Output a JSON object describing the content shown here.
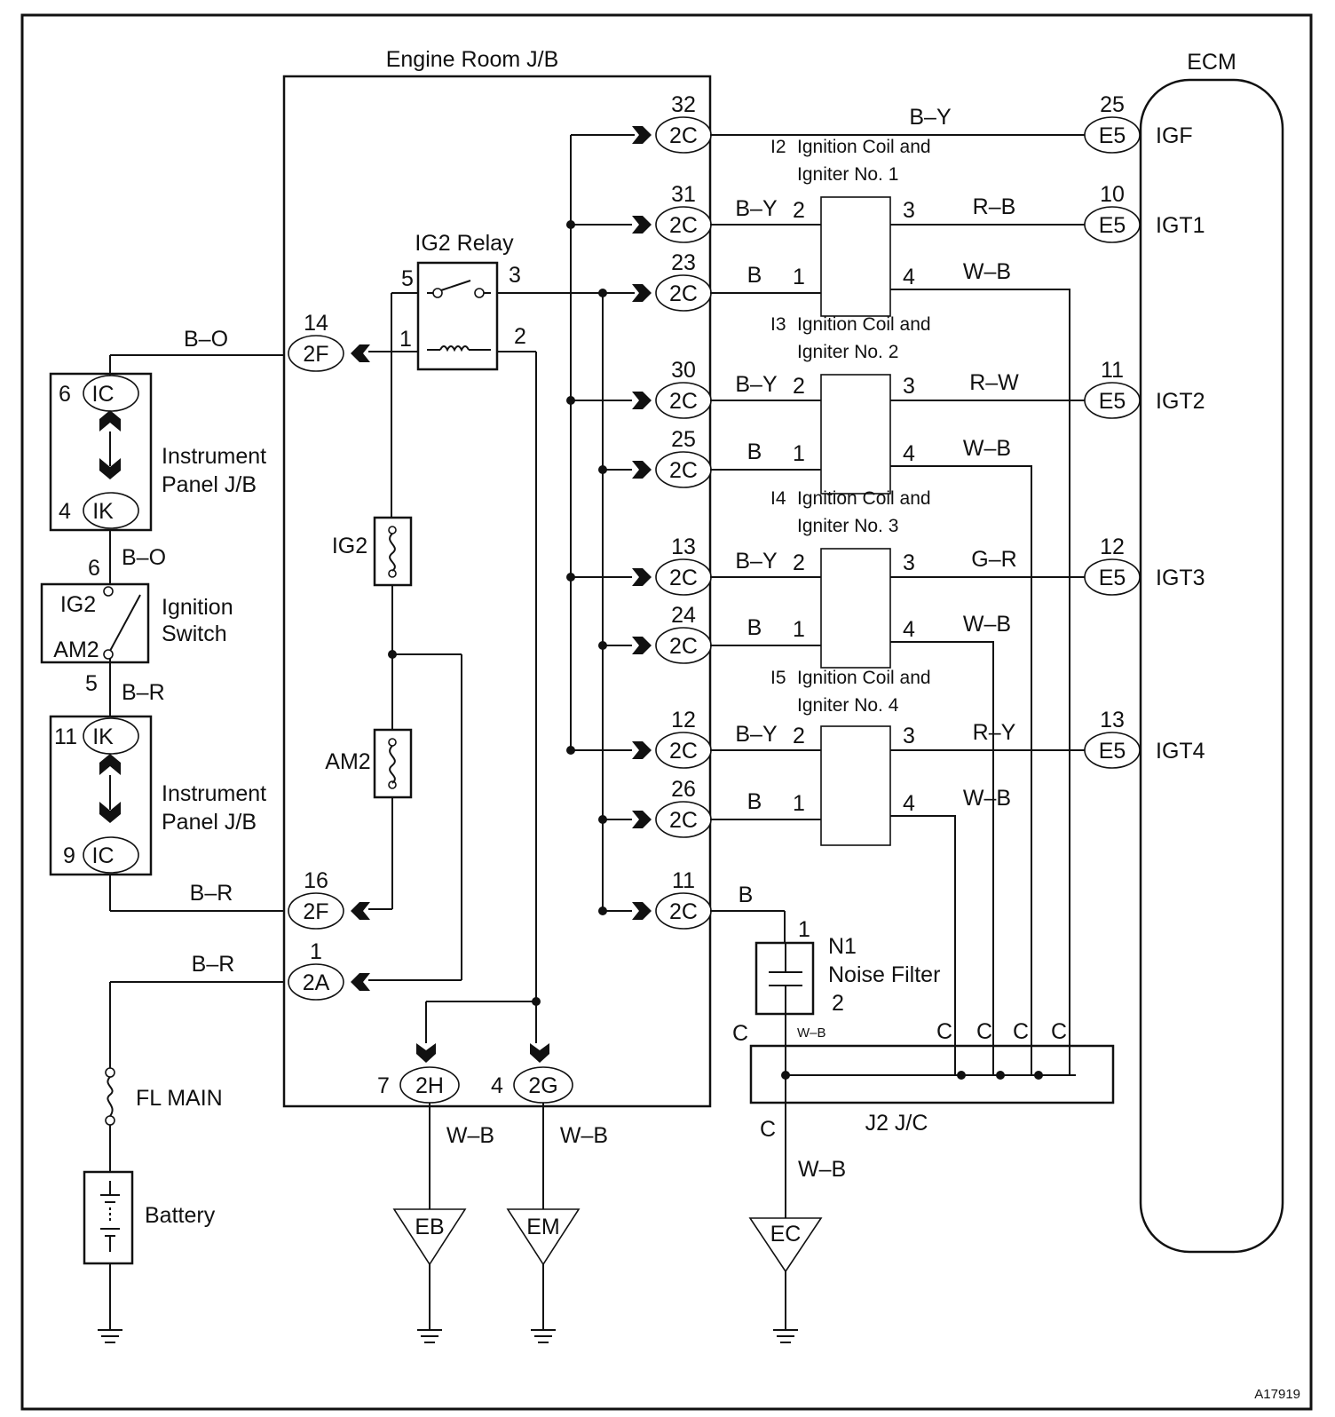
{
  "diagram": {
    "figure_id": "A17919",
    "frames": {
      "engine_room_jb": "Engine Room J/B",
      "ecm": "ECM",
      "ij2": "J2 J/C"
    },
    "components": {
      "ig2_relay": "IG2 Relay",
      "fuse_ig2": "IG2",
      "fuse_am2": "AM2",
      "fl_main": "FL MAIN",
      "battery": "Battery",
      "ignition_switch": "Ignition Switch",
      "ignition_switch_line1": "Ignition",
      "ignition_switch_line2": "Switch",
      "ign_sw_ig2": "IG2",
      "ign_sw_am2": "AM2",
      "ip_jb_line1": "Instrument",
      "ip_jb_line2": "Panel J/B",
      "noise_filter_id": "N1",
      "noise_filter_name": "Noise Filter",
      "coils": [
        {
          "id": "I2",
          "line1": "Ignition Coil and",
          "line2": "Igniter No. 1"
        },
        {
          "id": "I3",
          "line1": "Ignition Coil and",
          "line2": "Igniter No. 2"
        },
        {
          "id": "I4",
          "line1": "Ignition Coil and",
          "line2": "Igniter No. 3"
        },
        {
          "id": "I5",
          "line1": "Ignition Coil and",
          "line2": "Igniter No. 4"
        }
      ],
      "grounds": [
        "EB",
        "EM",
        "EC"
      ]
    },
    "connectors_2c": [
      {
        "pin": "32",
        "code": "2C"
      },
      {
        "pin": "31",
        "code": "2C"
      },
      {
        "pin": "23",
        "code": "2C"
      },
      {
        "pin": "30",
        "code": "2C"
      },
      {
        "pin": "25",
        "code": "2C"
      },
      {
        "pin": "13",
        "code": "2C"
      },
      {
        "pin": "24",
        "code": "2C"
      },
      {
        "pin": "12",
        "code": "2C"
      },
      {
        "pin": "26",
        "code": "2C"
      },
      {
        "pin": "11",
        "code": "2C"
      }
    ],
    "ecm_pins": [
      {
        "pin": "25",
        "code": "E5",
        "signal": "IGF",
        "wire": "B–Y"
      },
      {
        "pin": "10",
        "code": "E5",
        "signal": "IGT1",
        "wire": "R–B"
      },
      {
        "pin": "11",
        "code": "E5",
        "signal": "IGT2",
        "wire": "R–W"
      },
      {
        "pin": "12",
        "code": "E5",
        "signal": "IGT3",
        "wire": "G–R"
      },
      {
        "pin": "13",
        "code": "E5",
        "signal": "IGT4",
        "wire": "R–Y"
      }
    ],
    "coil_pins": {
      "p1": "1",
      "p2": "2",
      "p3": "3",
      "p4": "4"
    },
    "coil_wires": {
      "supply": "B–Y",
      "power": "B",
      "ground": "W–B"
    },
    "left_connectors": {
      "c2f_14": {
        "pin": "14",
        "code": "2F",
        "wire": "B–O"
      },
      "c2f_16": {
        "pin": "16",
        "code": "2F",
        "wire": "B–R"
      },
      "c2a_1": {
        "pin": "1",
        "code": "2A",
        "wire": "B–R"
      },
      "c2h_7": {
        "pin": "7",
        "code": "2H",
        "wire": "W–B"
      },
      "c2g_4": {
        "pin": "4",
        "code": "2G",
        "wire": "W–B"
      }
    },
    "ip_jb_pins": {
      "top": [
        {
          "pin": "6",
          "code": "IC"
        },
        {
          "pin": "4",
          "code": "IK"
        }
      ],
      "bottom": [
        {
          "pin": "11",
          "code": "IK"
        },
        {
          "pin": "9",
          "code": "IC"
        }
      ]
    },
    "ign_sw_pins": {
      "ig2": "6",
      "am2": "5"
    },
    "ign_sw_wires": {
      "top": "B–O",
      "bottom": "B–R"
    },
    "relay_pins": {
      "p5": "5",
      "p3": "3",
      "p1": "1",
      "p2": "2"
    },
    "noise_filter_pins": {
      "p1": "1",
      "p2": "2"
    },
    "noise_filter_wire_in": "B",
    "noise_filter_wire_out": "W–B",
    "jc_pin_label": "C",
    "ground_wire": "W–B"
  }
}
